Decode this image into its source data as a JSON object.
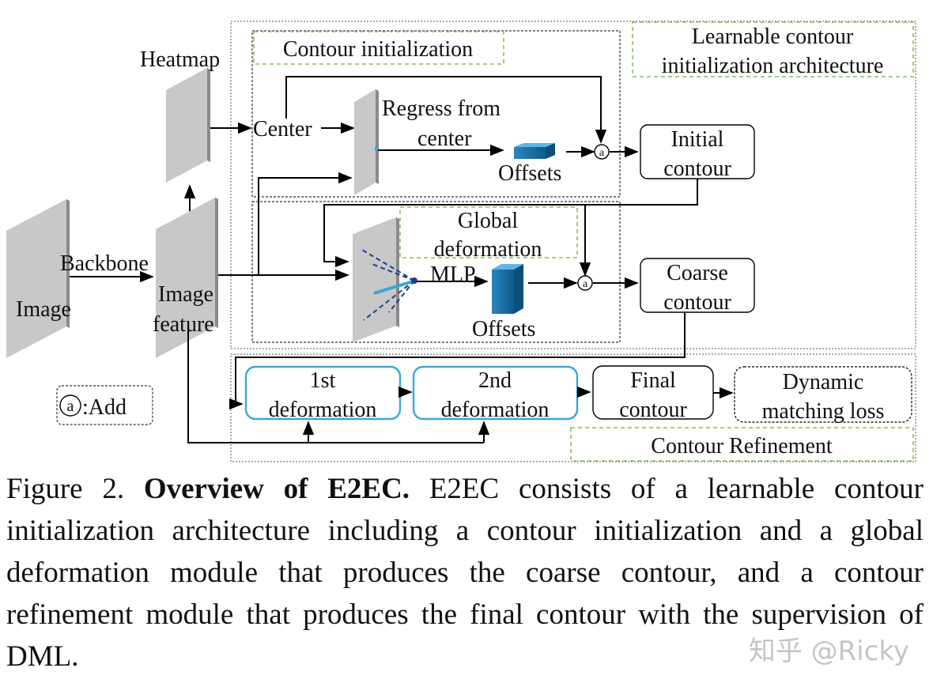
{
  "diagram": {
    "labels": {
      "heatmap": "Heatmap",
      "image": "Image",
      "backbone": "Backbone",
      "image_feature_1": "Image",
      "image_feature_2": "feature",
      "center": "Center",
      "regress_1": "Regress from",
      "regress_2": "center",
      "offsets_top": "Offsets",
      "offsets_mid": "Offsets",
      "mlp": "MLP",
      "add_symbol": "a",
      "legend_symbol": "a",
      "legend_text": ":Add"
    },
    "groups": {
      "contour_init": "Contour initialization",
      "learnable_1": "Learnable contour",
      "learnable_2": "initialization architecture",
      "global_def_1": "Global",
      "global_def_2": "deformation",
      "contour_refinement": "Contour Refinement"
    },
    "boxes": {
      "initial_1": "Initial",
      "initial_2": "contour",
      "coarse_1": "Coarse",
      "coarse_2": "contour",
      "def1_1": "1st",
      "def1_2": "deformation",
      "def2_1": "2nd",
      "def2_2": "deformation",
      "final_1": "Final",
      "final_2": "contour",
      "dml_1": "Dynamic",
      "dml_2": "matching loss"
    }
  },
  "caption": {
    "prefix": "Figure 2. ",
    "title": "Overview of E2EC.",
    "body": " E2EC consists of a learnable contour initialization architecture including a contour initialization and a global deformation module that produces the coarse contour, and a contour refinement module that produces the final contour with the supervision of DML."
  },
  "watermark": "知乎 @Ricky",
  "colors": {
    "panel": "#c8c8c8",
    "panel_edge": "#8a8a8a",
    "group_dash": "#88c057",
    "refine_box": "#3aa8d8",
    "offsets": "#1e6fa3",
    "line": "#000000"
  }
}
